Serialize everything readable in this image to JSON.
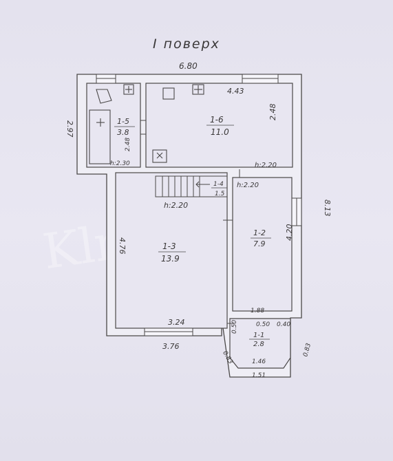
{
  "title": "I поверх",
  "watermark": "Klm.com",
  "colors": {
    "background": "#e6e4f0",
    "wall_fill": "#f1f0f6",
    "line": "#4a4848",
    "text": "#3a3838"
  },
  "dimensions": {
    "top_width": "6.80",
    "left_height": "2.97",
    "room16_width": "4.43",
    "room16_right": "2.48",
    "room15_inner": "2.48",
    "stair_height": "h:2.20",
    "room13_left": "4.76",
    "room13_bottom_inner": "3.24",
    "room13_bottom_outer": "3.76",
    "room12_side": "4.20",
    "right_outer": "8.13",
    "porch_top": "1.88",
    "porch_left": "0.50",
    "porch_mid": "0.50",
    "porch_right": "0.40",
    "porch_bottom_inner": "1.46",
    "porch_bottom_outer": "1.51",
    "porch_left_diag": "0.83",
    "porch_right_diag": "0.83"
  },
  "rooms": {
    "r15": {
      "id": "1-5",
      "area": "3.8",
      "height": "h:2.30"
    },
    "r16": {
      "id": "1-6",
      "area": "11.0",
      "height": "h:2.20"
    },
    "r14": {
      "id": "1-4",
      "area": "1.5"
    },
    "r13": {
      "id": "1-3",
      "area": "13.9"
    },
    "r12": {
      "id": "1-2",
      "area": "7.9",
      "height": "h:2.20"
    },
    "r11": {
      "id": "1-1",
      "area": "2.8"
    }
  }
}
